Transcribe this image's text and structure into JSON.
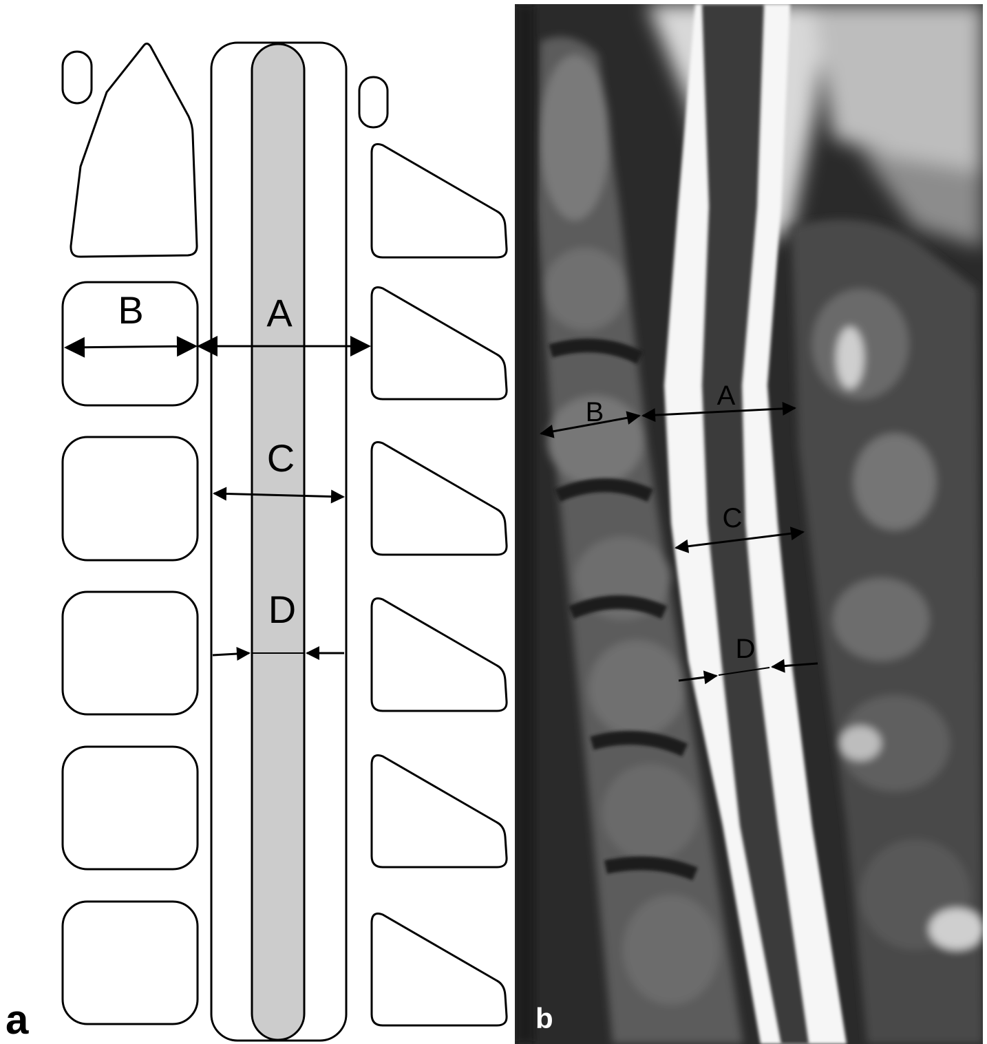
{
  "panels": {
    "a": {
      "panel_label": "a",
      "measurements": [
        "B",
        "A",
        "C",
        "D"
      ]
    },
    "b": {
      "panel_label": "b",
      "measurements": [
        "B",
        "A",
        "C",
        "D"
      ]
    }
  },
  "colors": {
    "outline": "#000000",
    "cord_fill": "#cccccc",
    "background": "#ffffff",
    "mri_dark": "#262626",
    "csf_bright": "#fafafa"
  }
}
